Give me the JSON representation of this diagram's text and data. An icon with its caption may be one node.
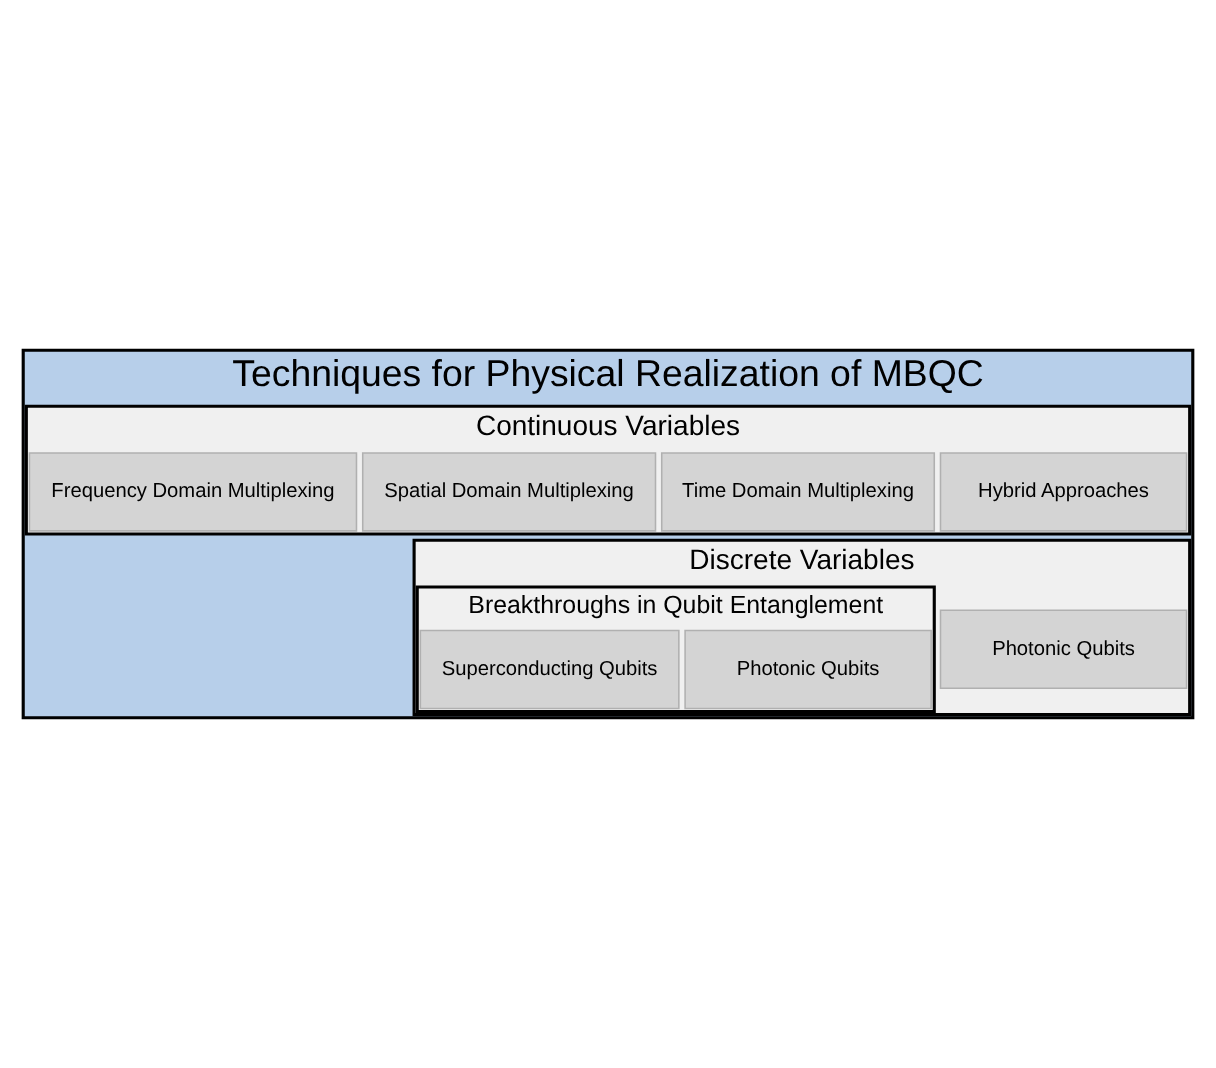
{
  "diagram": {
    "nodes": [
      {
        "text": [
          "Techniques for Physical Realization of MBQC"
        ]
      },
      {
        "text": [
          "Continuous Variables"
        ],
        "in": 0
      },
      {
        "text": [
          "Frequency Domain Multiplexing"
        ],
        "in": 1
      },
      {
        "text": [
          "Time Domain Multiplexing"
        ],
        "in": 1
      },
      {
        "text": [
          "Spatial Domain Multiplexing"
        ],
        "in": 1
      },
      {
        "text": [
          "Hybrid Approaches"
        ],
        "in": 1
      },
      {
        "text": [
          "Discrete Variables"
        ],
        "in": 0
      },
      {
        "text": [
          "Photonic Qubits"
        ],
        "in": 6
      },
      {
        "text": [
          "Breakthroughs in Qubit Entanglement"
        ],
        "in": 6
      },
      {
        "text": [
          "Photonic Qubits"
        ],
        "in": 8
      },
      {
        "text": [
          "Superconducting Qubits"
        ],
        "in": 8
      }
    ],
    "edges": []
  }
}
